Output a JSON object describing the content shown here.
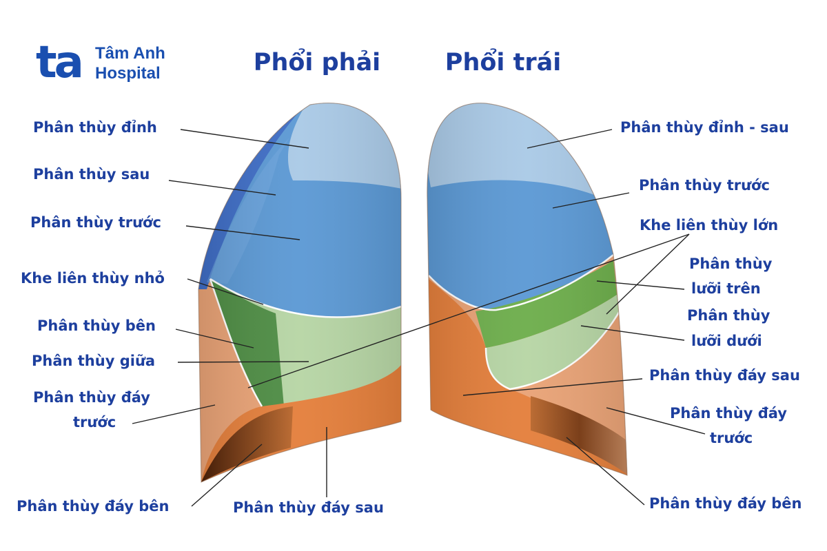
{
  "logo": {
    "mark": "ta",
    "line1": "Tâm Anh",
    "line2": "Hospital"
  },
  "titles": {
    "right_lung": "Phổi phải",
    "left_lung": "Phổi trái"
  },
  "right_lung_labels": {
    "apical": "Phân thùy đỉnh",
    "posterior": "Phân thùy sau",
    "anterior": "Phân thùy trước",
    "minor_fissure": "Khe liên thùy nhỏ",
    "lateral": "Phân thùy bên",
    "medial": "Phân thùy giữa",
    "anterior_basal_1": "Phân thùy đáy",
    "anterior_basal_2": "trước",
    "lateral_basal": "Phân thùy đáy bên",
    "posterior_basal": "Phân thùy đáy sau"
  },
  "left_lung_labels": {
    "apicoposterior": "Phân thùy đỉnh - sau",
    "anterior": "Phân thùy trước",
    "major_fissure": "Khe liên thùy lớn",
    "superior_lingular_1": "Phân thùy",
    "superior_lingular_2": "lưỡi trên",
    "inferior_lingular_1": "Phân thùy",
    "inferior_lingular_2": "lưỡi dưới",
    "posterior_basal": "Phân thùy đáy sau",
    "anterior_basal_1": "Phân thùy đáy",
    "anterior_basal_2": "trước",
    "lateral_basal": "Phân thùy đáy bên"
  },
  "colors": {
    "title": "#1d3f9e",
    "logo": "#1a4fb0",
    "apical": "#a9c9e6",
    "upper_blue": "#5a98d4",
    "posterior_blue": "#3d6cc5",
    "light_green": "#b6d5a4",
    "dark_green": "#4d8c43",
    "bright_green": "#6cad4a",
    "orange": "#e47e3a",
    "light_orange": "#e9a275",
    "dark_brown": "#6e3412",
    "leader_line": "#222222"
  }
}
